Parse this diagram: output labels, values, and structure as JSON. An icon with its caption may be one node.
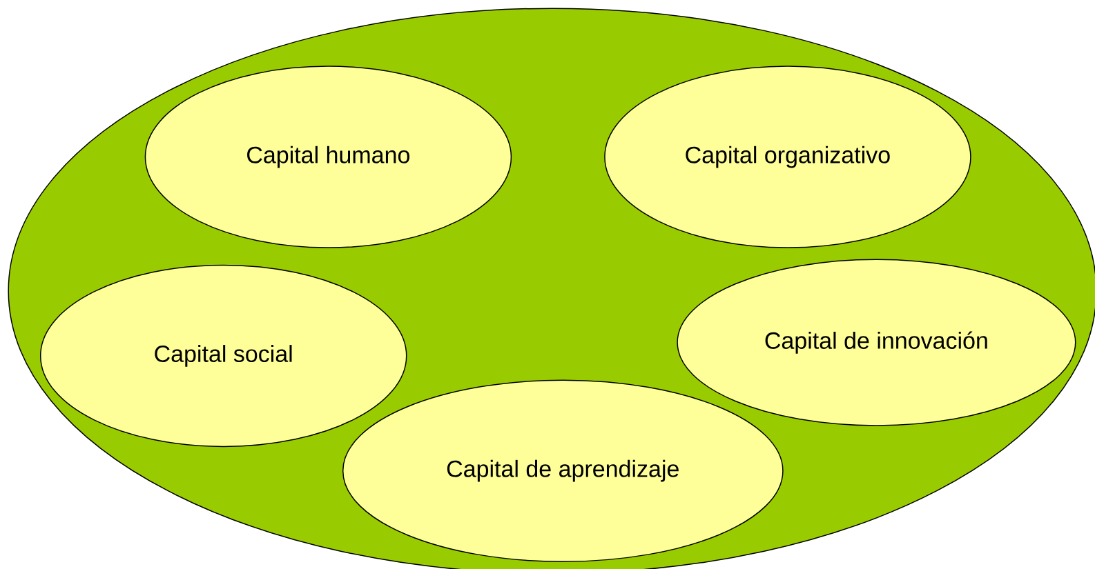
{
  "diagram": {
    "nodes": [
      {
        "text": [],
        "shape": "ellipse"
      },
      {
        "text": [
          "Capital humano"
        ],
        "in": 0
      },
      {
        "text": [
          "Capital organizativo"
        ],
        "in": 0
      },
      {
        "text": [
          "Capital social"
        ],
        "in": 0
      },
      {
        "text": [
          "Capital de innovación"
        ],
        "in": 0
      },
      {
        "text": [
          "Capital de aprendizaje"
        ],
        "in": 0
      }
    ]
  }
}
